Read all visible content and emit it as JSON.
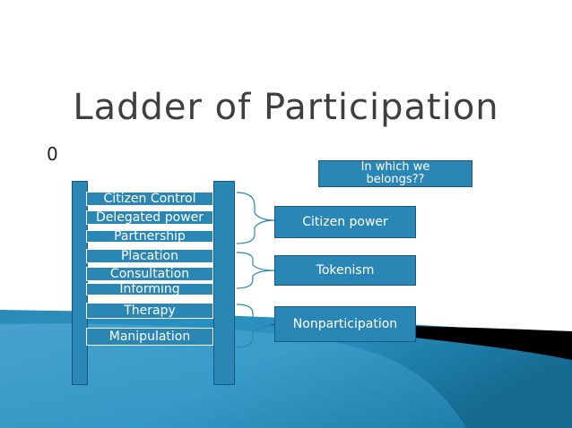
{
  "slide": {
    "title": "Ladder of Participation",
    "marker": "0",
    "question_line1": "In which we",
    "question_line2": "belongs??"
  },
  "ladder": {
    "rungs": [
      "Citizen Control",
      "Delegated power",
      "Partnership",
      "Placation",
      "Consultation",
      "Informing",
      "Therapy",
      "Manipulation"
    ]
  },
  "groups": [
    {
      "label": "Citizen power"
    },
    {
      "label": "Tokenism"
    },
    {
      "label": "Nonparticipation"
    }
  ],
  "colors": {
    "accent": "#2a87b5",
    "accent_dark": "#17597e",
    "title_text": "#3f3f3f",
    "background_wave": "#1e7ea8",
    "black_band": "#000000"
  }
}
